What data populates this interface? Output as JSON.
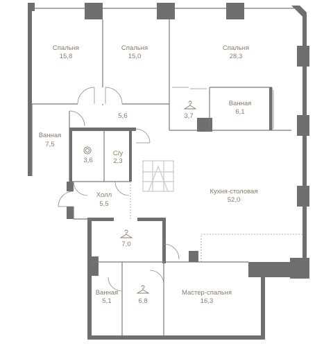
{
  "rooms": [
    {
      "id": "bedroom1",
      "name": "Спальня",
      "area": "15,8"
    },
    {
      "id": "bedroom2",
      "name": "Спальня",
      "area": "15,0"
    },
    {
      "id": "bedroom3",
      "name": "Спальня",
      "area": "28,3"
    },
    {
      "id": "bath1",
      "name": "Ванная",
      "area": "7,5"
    },
    {
      "id": "corridor",
      "name": "",
      "area": "5,6"
    },
    {
      "id": "wardrobe1",
      "name": "",
      "area": "3,7"
    },
    {
      "id": "bath2",
      "name": "Ванная",
      "area": "6,1"
    },
    {
      "id": "laundry",
      "name": "",
      "area": "3,6"
    },
    {
      "id": "wc",
      "name": "С/у",
      "area": "2,3"
    },
    {
      "id": "hall",
      "name": "Холл",
      "area": "5,5"
    },
    {
      "id": "kitchen",
      "name": "Кухня-столовая",
      "area": "52,0"
    },
    {
      "id": "wardrobe2",
      "name": "",
      "area": "7,0"
    },
    {
      "id": "bath3",
      "name": "Ванная",
      "area": "5,1"
    },
    {
      "id": "wardrobe3",
      "name": "",
      "area": "6,8"
    },
    {
      "id": "master",
      "name": "Мастер-спальня",
      "area": "16,3"
    }
  ],
  "icons": {
    "wardrobe": "hanger-icon",
    "laundry": "washing-machine-icon",
    "logo": "developer-logo-icon"
  },
  "colors": {
    "wall": "#6f6f6f",
    "label": "#8a7a66",
    "background": "#ffffff"
  }
}
